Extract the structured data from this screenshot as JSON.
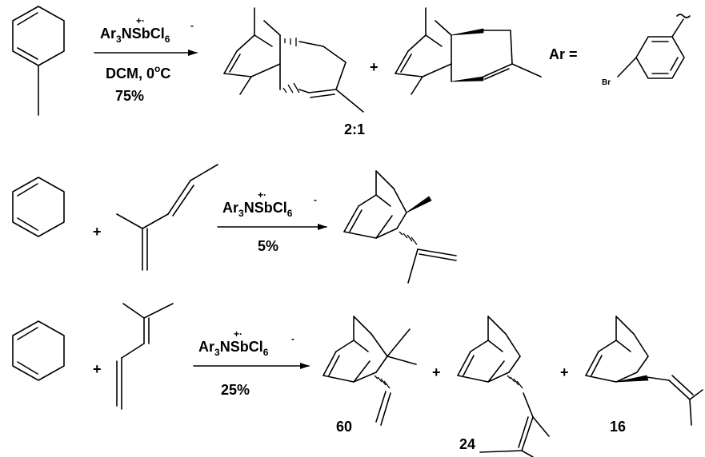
{
  "reagent": {
    "ar": "Ar",
    "ar_sub": "3",
    "n": "N",
    "radical_cation": "+·",
    "sbcl": "SbCl",
    "sbcl_sub": "6",
    "minus": "-"
  },
  "reaction1": {
    "solvent": "DCM, 0",
    "degree": "o",
    "celsius": "C",
    "yield": "75%",
    "ratio": "2:1",
    "plus": "+"
  },
  "ar_definition": {
    "label": "Ar =",
    "substituent": "Br"
  },
  "reaction2": {
    "plus": "+",
    "yield": "5%"
  },
  "reaction3": {
    "plus": "+",
    "yield": "25%",
    "plus_product_1": "+",
    "plus_product_2": "+",
    "ratio_a": "60",
    "ratio_b": "24",
    "ratio_c": "16"
  }
}
